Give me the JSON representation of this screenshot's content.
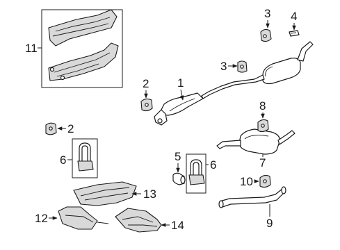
{
  "callouts": [
    "1",
    "2",
    "2",
    "3",
    "3",
    "4",
    "5",
    "6",
    "6",
    "7",
    "8",
    "9",
    "10",
    "11",
    "12",
    "13",
    "14"
  ],
  "colors": {
    "line": "#1a1a1a",
    "background": "#ffffff",
    "shade": "#d9d9d9"
  }
}
